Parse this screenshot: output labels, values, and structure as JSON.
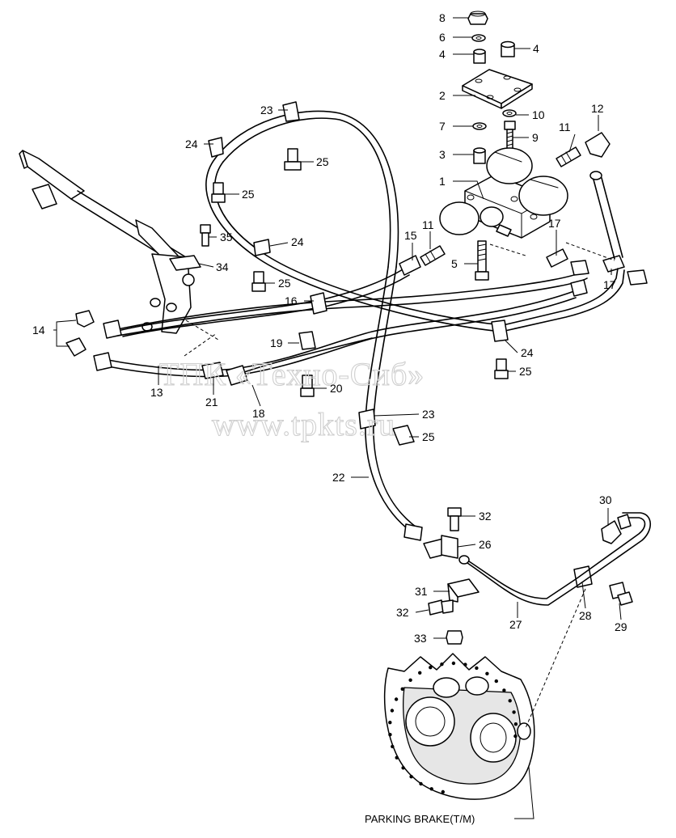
{
  "watermark": {
    "line1": "ТПК «Техно-Сиб»",
    "line2": "www.tpkts.ru"
  },
  "caption": "PARKING BRAKE(T/M)",
  "callouts": [
    {
      "id": "c8",
      "label": "8"
    },
    {
      "id": "c6",
      "label": "6"
    },
    {
      "id": "c4a",
      "label": "4"
    },
    {
      "id": "c4b",
      "label": "4"
    },
    {
      "id": "c2",
      "label": "2"
    },
    {
      "id": "c10",
      "label": "10"
    },
    {
      "id": "c7",
      "label": "7"
    },
    {
      "id": "c9",
      "label": "9"
    },
    {
      "id": "c3",
      "label": "3"
    },
    {
      "id": "c1",
      "label": "1"
    },
    {
      "id": "c11a",
      "label": "11"
    },
    {
      "id": "c12",
      "label": "12"
    },
    {
      "id": "c23a",
      "label": "23"
    },
    {
      "id": "c24a",
      "label": "24"
    },
    {
      "id": "c25a",
      "label": "25"
    },
    {
      "id": "c25b",
      "label": "25"
    },
    {
      "id": "c11b",
      "label": "11"
    },
    {
      "id": "c15",
      "label": "15"
    },
    {
      "id": "c17a",
      "label": "17"
    },
    {
      "id": "c17b",
      "label": "17"
    },
    {
      "id": "c5",
      "label": "5"
    },
    {
      "id": "c35",
      "label": "35"
    },
    {
      "id": "c24b",
      "label": "24"
    },
    {
      "id": "c34",
      "label": "34"
    },
    {
      "id": "c25c",
      "label": "25"
    },
    {
      "id": "c16",
      "label": "16"
    },
    {
      "id": "c14",
      "label": "14"
    },
    {
      "id": "c19",
      "label": "19"
    },
    {
      "id": "c24c",
      "label": "24"
    },
    {
      "id": "c25d",
      "label": "25"
    },
    {
      "id": "c13",
      "label": "13"
    },
    {
      "id": "c21",
      "label": "21"
    },
    {
      "id": "c20",
      "label": "20"
    },
    {
      "id": "c18",
      "label": "18"
    },
    {
      "id": "c23b",
      "label": "23"
    },
    {
      "id": "c25e",
      "label": "25"
    },
    {
      "id": "c22",
      "label": "22"
    },
    {
      "id": "c30",
      "label": "30"
    },
    {
      "id": "c32a",
      "label": "32"
    },
    {
      "id": "c26",
      "label": "26"
    },
    {
      "id": "c31",
      "label": "31"
    },
    {
      "id": "c32b",
      "label": "32"
    },
    {
      "id": "c28",
      "label": "28"
    },
    {
      "id": "c29",
      "label": "29"
    },
    {
      "id": "c27",
      "label": "27"
    },
    {
      "id": "c33",
      "label": "33"
    }
  ]
}
